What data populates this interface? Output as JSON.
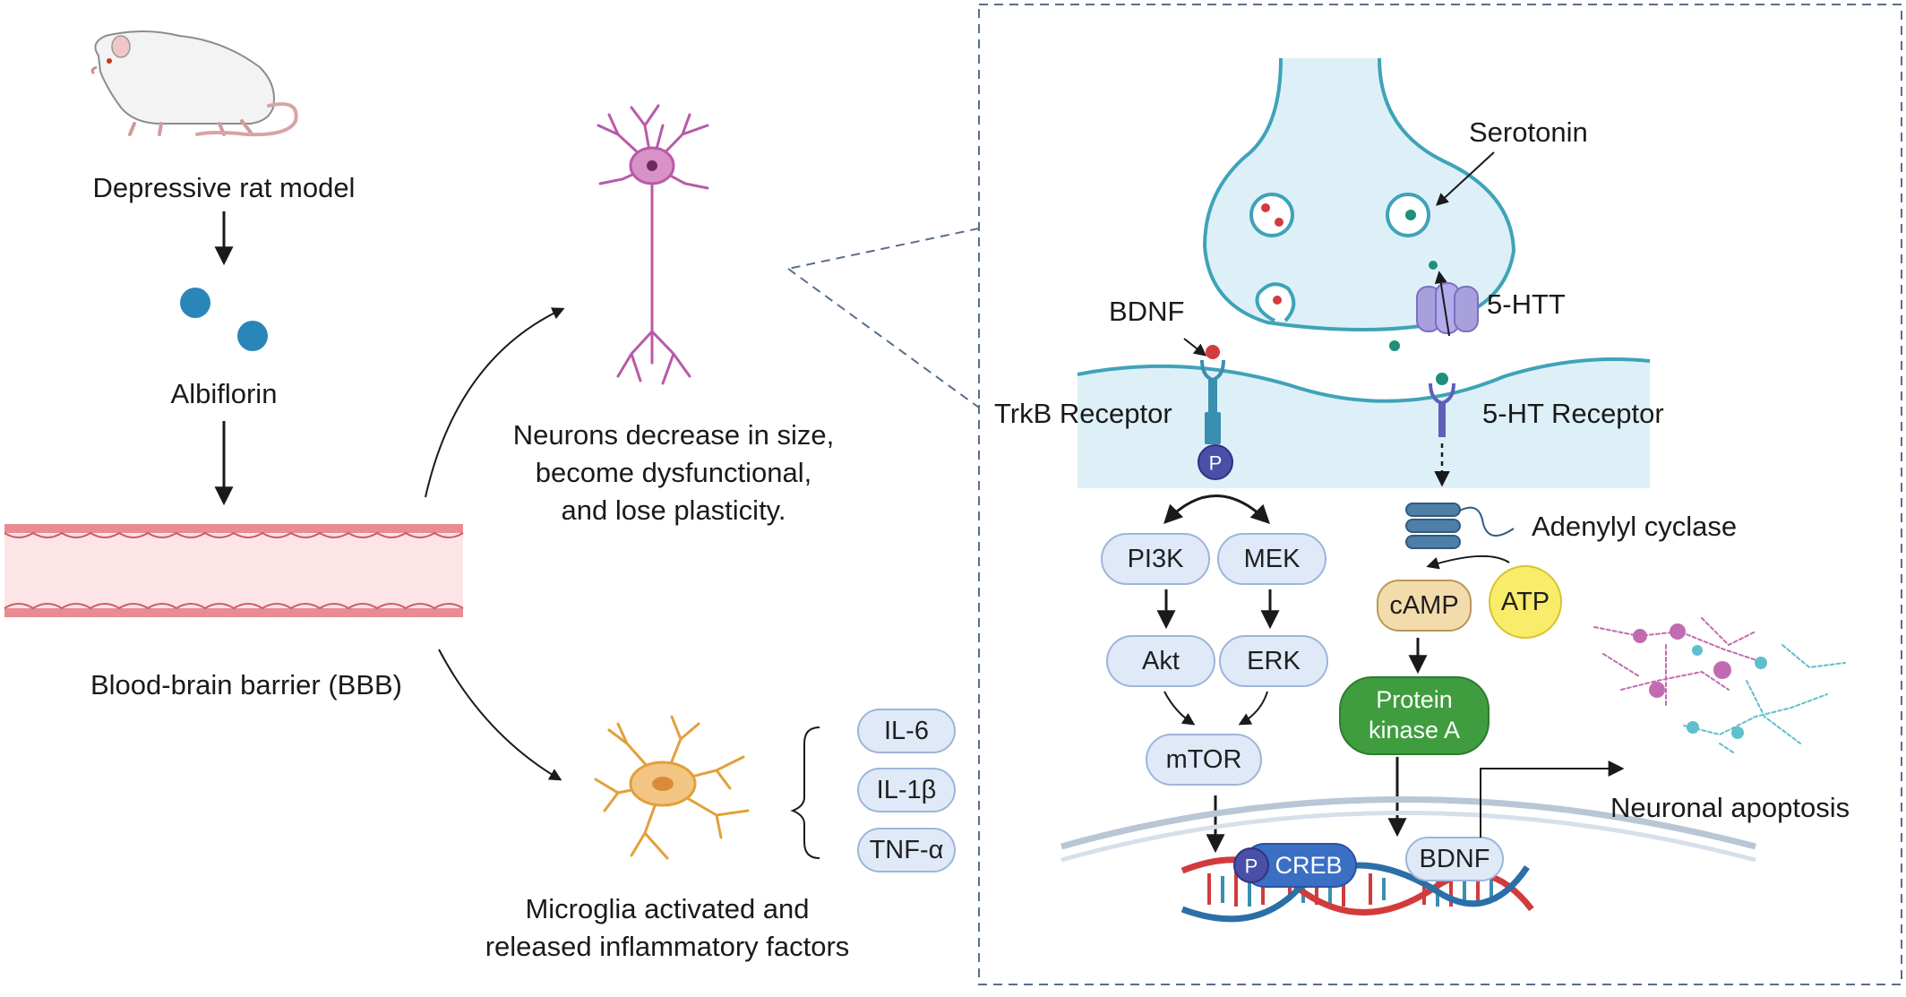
{
  "left_panel": {
    "model_label": "Depressive rat model",
    "drug_label": "Albiflorin",
    "bbb_label": "Blood-brain barrier (BBB)"
  },
  "middle_panel": {
    "neuron_caption": [
      "Neurons decrease in size,",
      "become dysfunctional,",
      "and lose plasticity."
    ],
    "microglia_caption": [
      "Microglia activated and",
      "released inflammatory factors"
    ],
    "cytokines": [
      "IL-6",
      "IL-1β",
      "TNF-α"
    ]
  },
  "synapse_panel": {
    "serotonin_label": "Serotonin",
    "transporter_label": "5-HTT",
    "bdnf_label": "BDNF",
    "trkb_label": "TrkB Receptor",
    "ht_receptor_label": "5-HT Receptor",
    "phospho_label": "P",
    "adenylyl_label": "Adenylyl cyclase",
    "nodes": {
      "pi3k": "PI3K",
      "mek": "MEK",
      "akt": "Akt",
      "erk": "ERK",
      "mtor": "mTOR",
      "camp": "cAMP",
      "atp": "ATP",
      "pka": [
        "Protein",
        "kinase A"
      ],
      "creb": "CREB",
      "bdnf_gene": "BDNF"
    },
    "apoptosis_label": "Neuronal apoptosis"
  },
  "colors": {
    "node_fill": "#dfe9f8",
    "node_stroke": "#9db5d9",
    "synapse_fill": "#ddf0f8",
    "synapse_stroke": "#3fa3b8",
    "pka_fill": "#3f9d3f",
    "atp_fill": "#f9ec6a",
    "camp_fill": "#f3dcab",
    "creb_fill": "#3a6fc4",
    "phospho_fill": "#4a4fa8",
    "bbb_fill": "#fde4e6",
    "bbb_stroke": "#d46a72",
    "drug_dot": "#2a86b8"
  },
  "icons": [
    "rat-icon",
    "neuron-icon",
    "microglia-icon",
    "dna-icon",
    "apoptotic-neurons-icon",
    "adenylyl-cyclase-icon",
    "transporter-icon"
  ]
}
